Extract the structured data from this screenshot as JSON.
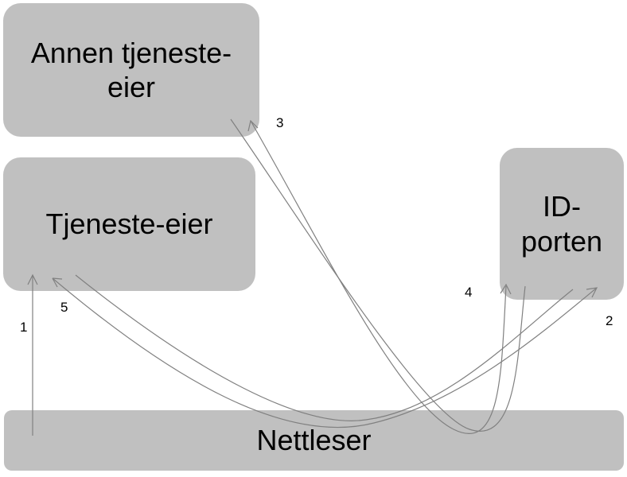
{
  "nodes": {
    "annen_tjenesteeier": {
      "line1": "Annen tjeneste-",
      "line2": "eier"
    },
    "tjenesteeier": {
      "label": "Tjeneste-eier"
    },
    "idporten": {
      "line1": "ID-",
      "line2": "porten"
    },
    "nettleser": {
      "label": "Nettleser"
    }
  },
  "steps": [
    "1",
    "2",
    "3",
    "4",
    "5"
  ],
  "colors": {
    "box": "#c0c0c0",
    "arrow": "#808080",
    "text": "#000000"
  }
}
